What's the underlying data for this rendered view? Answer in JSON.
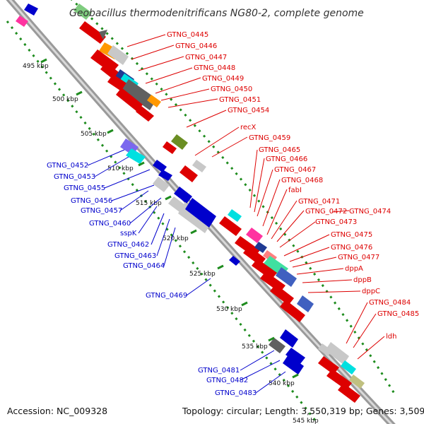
{
  "map": {
    "title": "Geobacillus thermodenitrificans NG80-2, complete genome",
    "accession": "Accession: NC_009328",
    "summary": "Topology: circular; Length: 3,550,319 bp; Genes: 3,509",
    "colors": {
      "forward": "#dd0000",
      "reverse": "#0000cc",
      "gc_dots": "#1e8c1e",
      "backbone": "#8c8c8c"
    },
    "kbp_labels": [
      "495 kbp",
      "500 kbp",
      "505 kbp",
      "510 kbp",
      "515 kbp",
      "520 kbp",
      "525 kbp",
      "530 kbp",
      "535 kbp",
      "540 kbp",
      "545 kbp"
    ],
    "forward_genes": [
      "GTNG_0445",
      "GTNG_0446",
      "GTNG_0447",
      "GTNG_0448",
      "GTNG_0449",
      "GTNG_0450",
      "GTNG_0451",
      "GTNG_0454",
      "recX",
      "GTNG_0459",
      "GTNG_0465",
      "GTNG_0466",
      "GTNG_0467",
      "GTNG_0468",
      "fabI",
      "GTNG_0471",
      "GTNG_0472",
      "GTNG_0474",
      "GTNG_0473",
      "GTNG_0475",
      "GTNG_0476",
      "GTNG_0477",
      "dppA",
      "dppB",
      "dppC",
      "GTNG_0484",
      "GTNG_0485",
      "ldh"
    ],
    "reverse_genes": [
      "GTNG_0452",
      "GTNG_0453",
      "GTNG_0455",
      "GTNG_0456",
      "GTNG_0457",
      "GTNG_0460",
      "sspK",
      "GTNG_0462",
      "GTNG_0463",
      "GTNG_0464",
      "GTNG_0469",
      "GTNG_0481",
      "GTNG_0482",
      "GTNG_0483"
    ]
  }
}
